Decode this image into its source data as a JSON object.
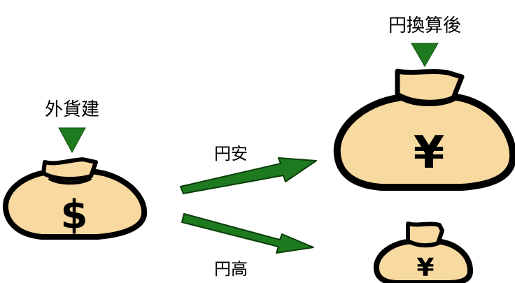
{
  "labels": {
    "foreign_currency": "外貨建",
    "after_yen_conversion": "円換算後",
    "weak_yen": "円安",
    "strong_yen": "円高"
  },
  "bags": {
    "source_symbol": "$",
    "large_symbol": "¥",
    "small_symbol": "¥"
  },
  "colors": {
    "bag_fill": "#F8D9A0",
    "outline": "#000000",
    "arrow_green": "#1E7A1E",
    "background": "#FFFFFF"
  }
}
